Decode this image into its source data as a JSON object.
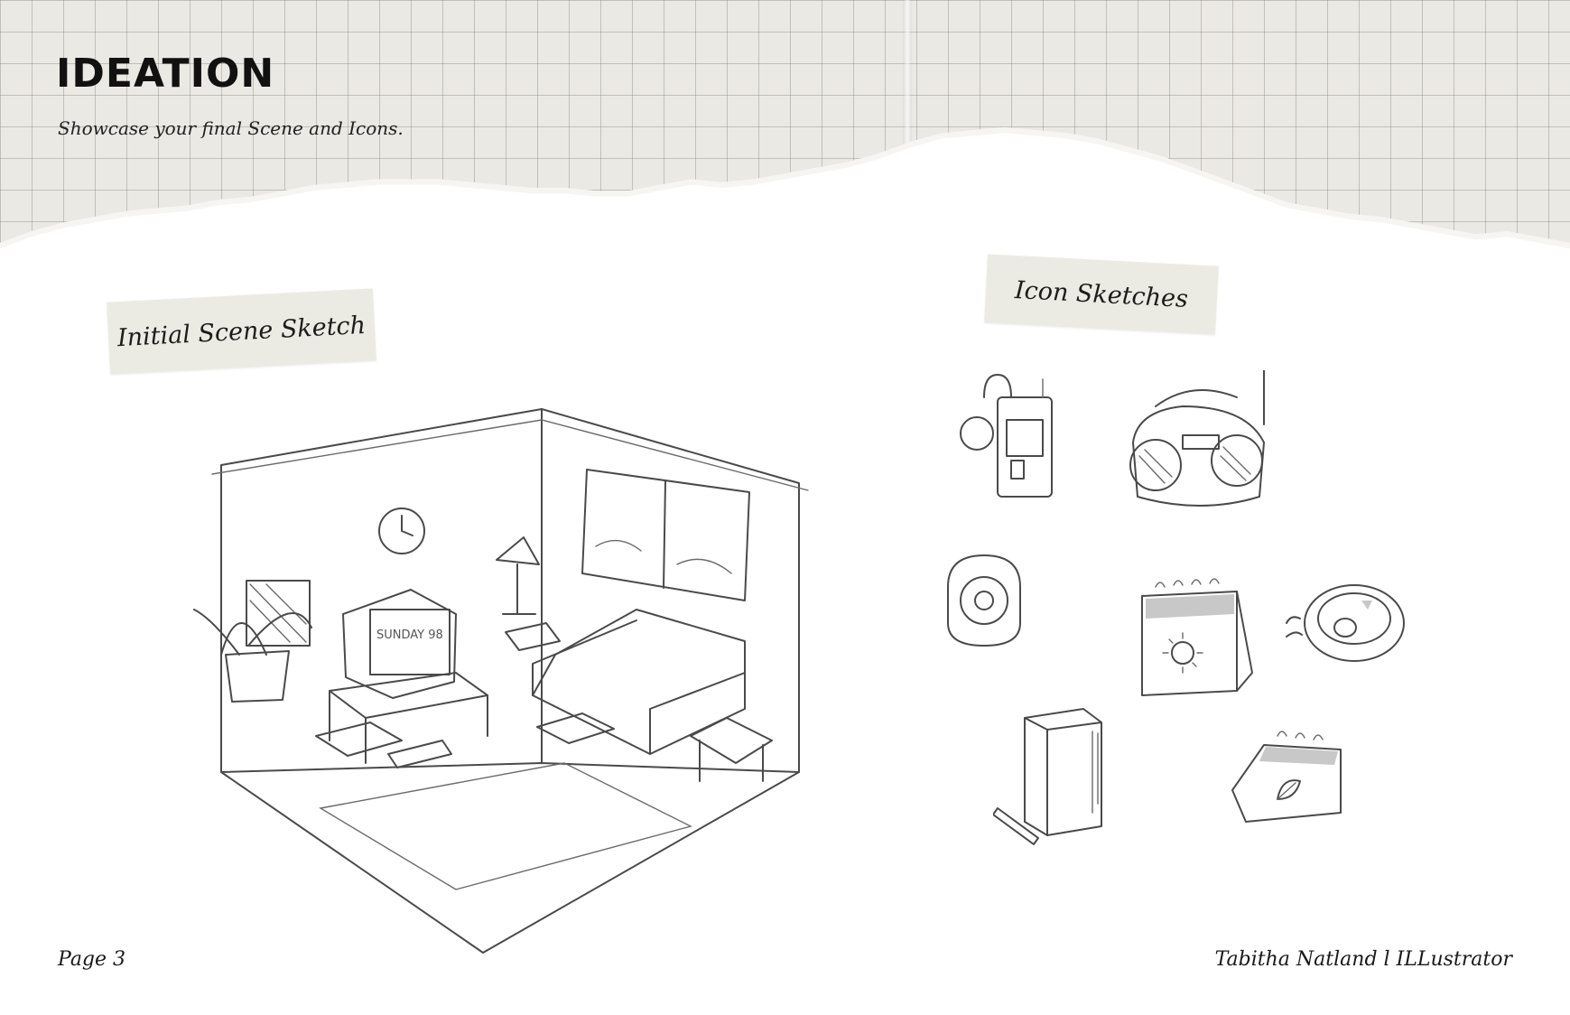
{
  "header": {
    "title": "IDEATION",
    "subtitle": "Showcase your final Scene and Icons."
  },
  "labels": {
    "scene_label": "Initial Scene Sketch",
    "icons_label": "Icon Sketches"
  },
  "scene": {
    "tv_screen_text": "SUNDAY 98"
  },
  "icons": [
    {
      "name": "walkman-icon"
    },
    {
      "name": "boombox-icon"
    },
    {
      "name": "speaker-icon"
    },
    {
      "name": "calendar-sun-icon"
    },
    {
      "name": "cd-player-icon"
    },
    {
      "name": "book-pen-icon"
    },
    {
      "name": "calendar-leaf-icon"
    }
  ],
  "footer": {
    "page_label": "Page 3",
    "author": "Tabitha Natland l ILLustrator"
  }
}
